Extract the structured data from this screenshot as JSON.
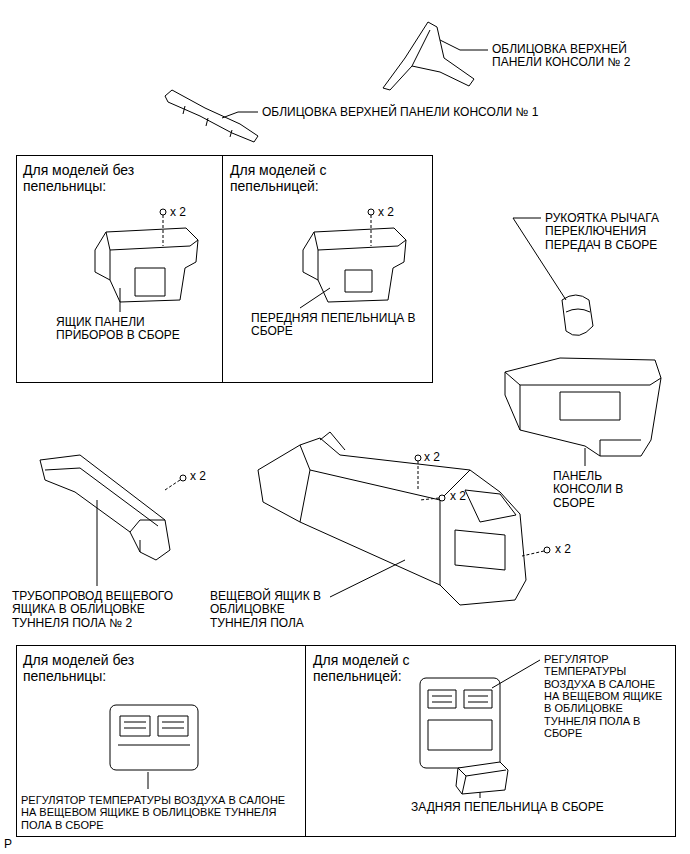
{
  "diagram": {
    "nodes": [
      {
        "text": [
          "Для моделей без пепельницы:",
          "ЯЩИК ПАНЕЛИ ПРИБОРОВ В СБОРЕ"
        ]
      },
      {
        "text": [
          "Для моделей с пепельницей:",
          "ПЕРЕДНЯЯ ПЕПЕЛЬНИЦА В СБОРЕ"
        ]
      },
      {
        "text": [
          "Для моделей без пепельницы:",
          "РЕГУЛЯТОР ТЕМПЕРАТУРЫ ВОЗДУХА В САЛОНЕ НА ВЕЩЕВОМ ЯЩИКЕ В ОБЛИЦОВКЕ ТУННЕЛЯ ПОЛА В СБОРЕ"
        ]
      },
      {
        "text": [
          "Для моделей с пепельницей:",
          "РЕГУЛЯТОР ТЕМПЕРАТУРЫ ВОЗДУХА В САЛОНЕ НА ВЕЩЕВОМ ЯЩИКЕ В ОБЛИЦОВКЕ ТУННЕЛЯ ПОЛА В СБОРЕ",
          "ЗАДНЯЯ ПЕПЕЛЬНИЦА В СБОРЕ"
        ]
      }
    ],
    "labels": [
      "ОБЛИЦОВКА ВЕРХНЕЙ ПАНЕЛИ КОНСОЛИ № 2",
      "ОБЛИЦОВКА ВЕРХНЕЙ ПАНЕЛИ КОНСОЛИ № 1",
      "x 2",
      "x 2",
      "РУКОЯТКА РЫЧАГА ПЕРЕКЛЮЧЕНИЯ ПЕРЕДАЧ В СБОРЕ",
      "ПАНЕЛЬ КОНСОЛИ В СБОРЕ",
      "x 2",
      "x 2",
      "x 2",
      "x 2",
      "ТРУБОПРОВОД ВЕЩЕВОГО ЯЩИКА В ОБЛИЦОВКЕ ТУННЕЛЯ ПОЛА № 2",
      "ВЕЩЕВОЙ ЯЩИК В ОБЛИЦОВКЕ ТУННЕЛЯ ПОЛА",
      "P"
    ]
  }
}
